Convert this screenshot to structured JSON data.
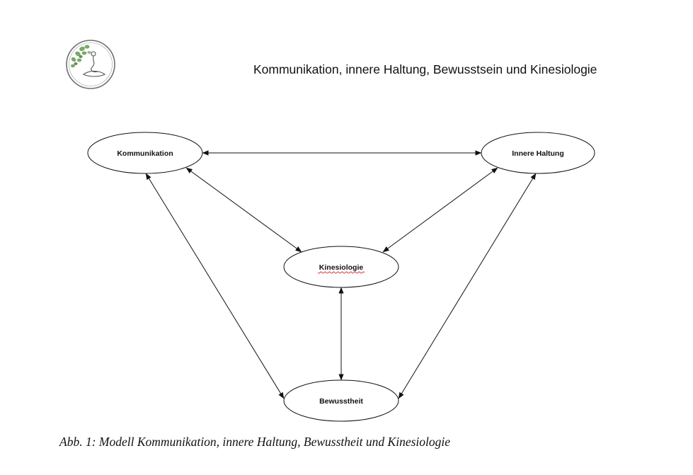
{
  "header": {
    "title": "Kommunikation, innere Haltung, Bewusstsein und Kinesiologie",
    "logo_icon": "leaf-vine-circle-logo",
    "logo_color": "#7aa86a"
  },
  "diagram": {
    "nodes": [
      {
        "id": "kommunikation",
        "label": "Kommunikation"
      },
      {
        "id": "innere-haltung",
        "label": "Innere Haltung"
      },
      {
        "id": "kinesiologie",
        "label": "Kinesiologie"
      },
      {
        "id": "bewusstheit",
        "label": "Bewusstheit"
      }
    ],
    "edges": [
      {
        "from": "kommunikation",
        "to": "innere-haltung",
        "direction": "both"
      },
      {
        "from": "kommunikation",
        "to": "kinesiologie",
        "direction": "both"
      },
      {
        "from": "innere-haltung",
        "to": "kinesiologie",
        "direction": "both"
      },
      {
        "from": "kommunikation",
        "to": "bewusstheit",
        "direction": "both"
      },
      {
        "from": "innere-haltung",
        "to": "bewusstheit",
        "direction": "both"
      },
      {
        "from": "kinesiologie",
        "to": "bewusstheit",
        "direction": "both"
      }
    ]
  },
  "caption": "Abb. 1: Modell Kommunikation, innere Haltung, Bewusstheit und Kinesiologie"
}
